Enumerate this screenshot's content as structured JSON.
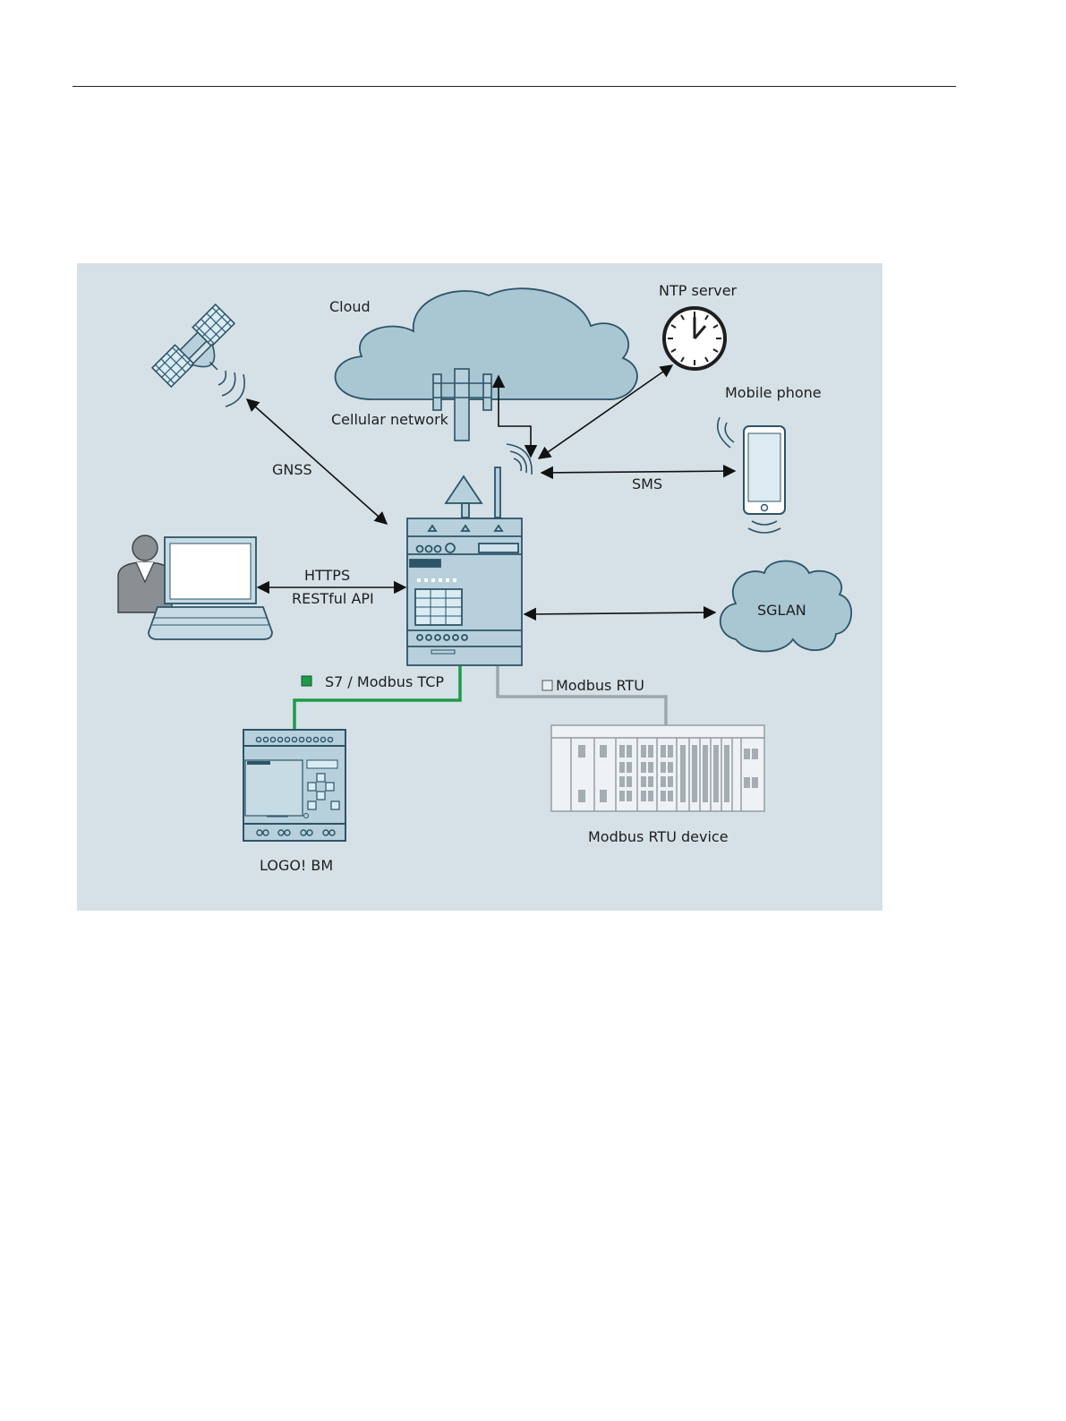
{
  "labels": {
    "cloud": "Cloud",
    "cellular_network": "Cellular network",
    "ntp_server": "NTP server",
    "mobile_phone": "Mobile phone",
    "gnss": "GNSS",
    "sms": "SMS",
    "https": "HTTPS",
    "restful_api": "RESTful API",
    "sglan": "SGLAN",
    "s7_modbus_tcp": "S7 / Modbus TCP",
    "modbus_rtu": "Modbus RTU",
    "logo_bm": "LOGO! BM",
    "modbus_rtu_device": "Modbus RTU device"
  },
  "colors": {
    "panel_background": "#d6e1e7",
    "device_fill": "#b7d0dc",
    "device_stroke": "#2c5468",
    "cloud_fill": "#a9c6d3",
    "ethernet_line": "#1f9a47",
    "serial_line": "#9aa7ae",
    "arrow": "#111111"
  },
  "icons": [
    "satellite-icon",
    "cellular-tower-icon",
    "clock-icon",
    "smartphone-icon",
    "user-icon",
    "laptop-icon",
    "gateway-device-icon",
    "logo-controller-icon",
    "modbus-rack-icon"
  ]
}
